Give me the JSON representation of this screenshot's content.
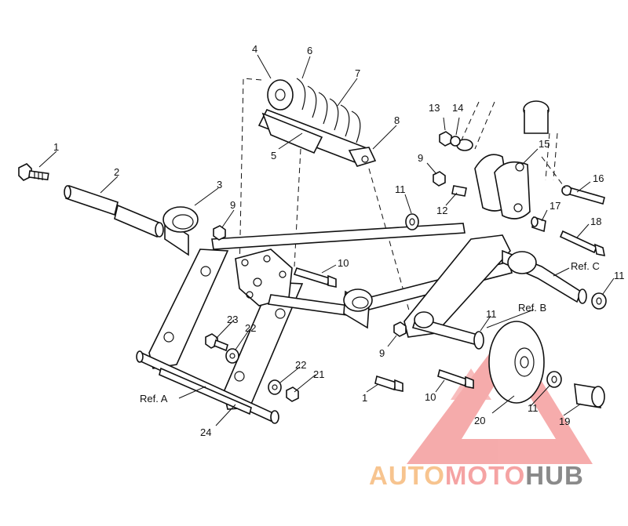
{
  "callouts": {
    "c1a": "1",
    "c2": "2",
    "c3": "3",
    "c4": "4",
    "c5": "5",
    "c6": "6",
    "c7": "7",
    "c8": "8",
    "c9a": "9",
    "c9b": "9",
    "c9c": "9",
    "c10a": "10",
    "c10b": "10",
    "c11a": "11",
    "c11b": "11",
    "c11c": "11",
    "c11d": "11",
    "c12": "12",
    "c13": "13",
    "c14": "14",
    "c15": "15",
    "c16": "16",
    "c17": "17",
    "c18": "18",
    "c19": "19",
    "c20": "20",
    "c21": "21",
    "c22a": "22",
    "c22b": "22",
    "c23": "23",
    "c24": "24",
    "c1b": "1",
    "refA": "Ref. A",
    "refB": "Ref. B",
    "refC": "Ref. C"
  },
  "watermark": {
    "part1": "AUTO",
    "part2": "MOTO",
    "part3": "HUB",
    "color_primary": "#f5a3a3",
    "color_accent": "#f7c48f",
    "color_dark": "#8a8a8a"
  }
}
